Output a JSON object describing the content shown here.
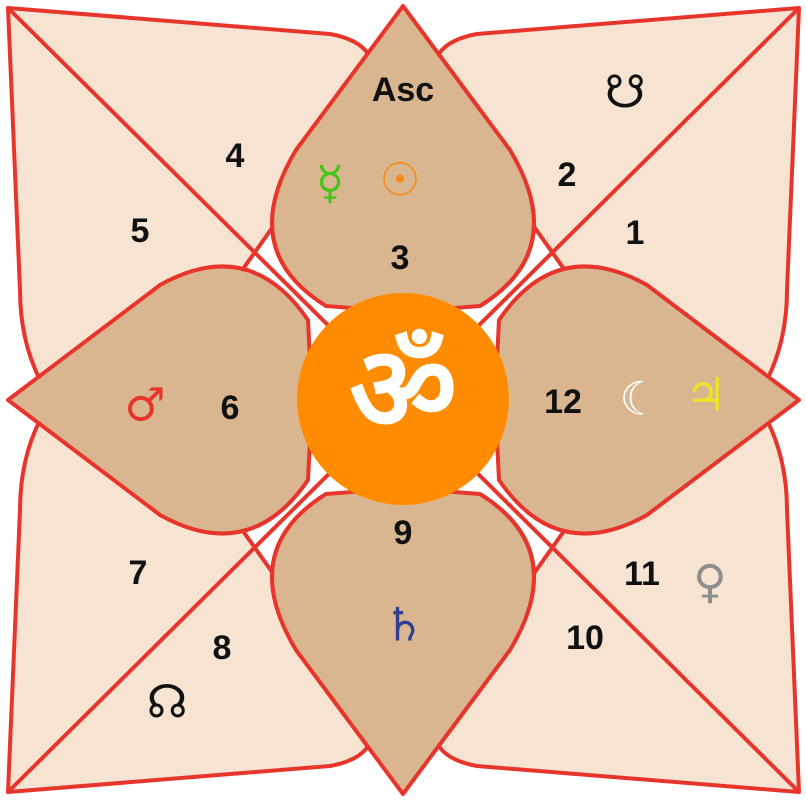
{
  "diagram": {
    "center_symbol": "ॐ",
    "ascendant_label": "Asc",
    "colors": {
      "outer_fill": "#f6e3d2",
      "petal_fill": "#d9b690",
      "line": "#e8352c",
      "center": "#ff8c00"
    },
    "houses": [
      {
        "number": "1"
      },
      {
        "number": "2"
      },
      {
        "number": "3"
      },
      {
        "number": "4"
      },
      {
        "number": "5"
      },
      {
        "number": "6"
      },
      {
        "number": "7"
      },
      {
        "number": "8"
      },
      {
        "number": "9"
      },
      {
        "number": "10"
      },
      {
        "number": "11"
      },
      {
        "number": "12"
      }
    ],
    "planets": [
      {
        "name": "mercury",
        "symbol": "☿",
        "color": "#44c41a",
        "house": "3"
      },
      {
        "name": "sun",
        "symbol": "☉",
        "color": "#f28c1c",
        "house": "3"
      },
      {
        "name": "south-node",
        "symbol": "☋",
        "color": "#111111",
        "house": "2"
      },
      {
        "name": "mars",
        "symbol": "♂",
        "color": "#e8352c",
        "house": "6"
      },
      {
        "name": "moon",
        "symbol": "☾",
        "color": "#ffffff",
        "house": "12"
      },
      {
        "name": "jupiter",
        "symbol": "♃",
        "color": "#e6e62a",
        "house": "12"
      },
      {
        "name": "venus",
        "symbol": "♀",
        "color": "#8e8e8e",
        "house": "11"
      },
      {
        "name": "saturn",
        "symbol": "♄",
        "color": "#2f3f8f",
        "house": "9"
      },
      {
        "name": "north-node",
        "symbol": "☊",
        "color": "#111111",
        "house": "8"
      }
    ]
  }
}
